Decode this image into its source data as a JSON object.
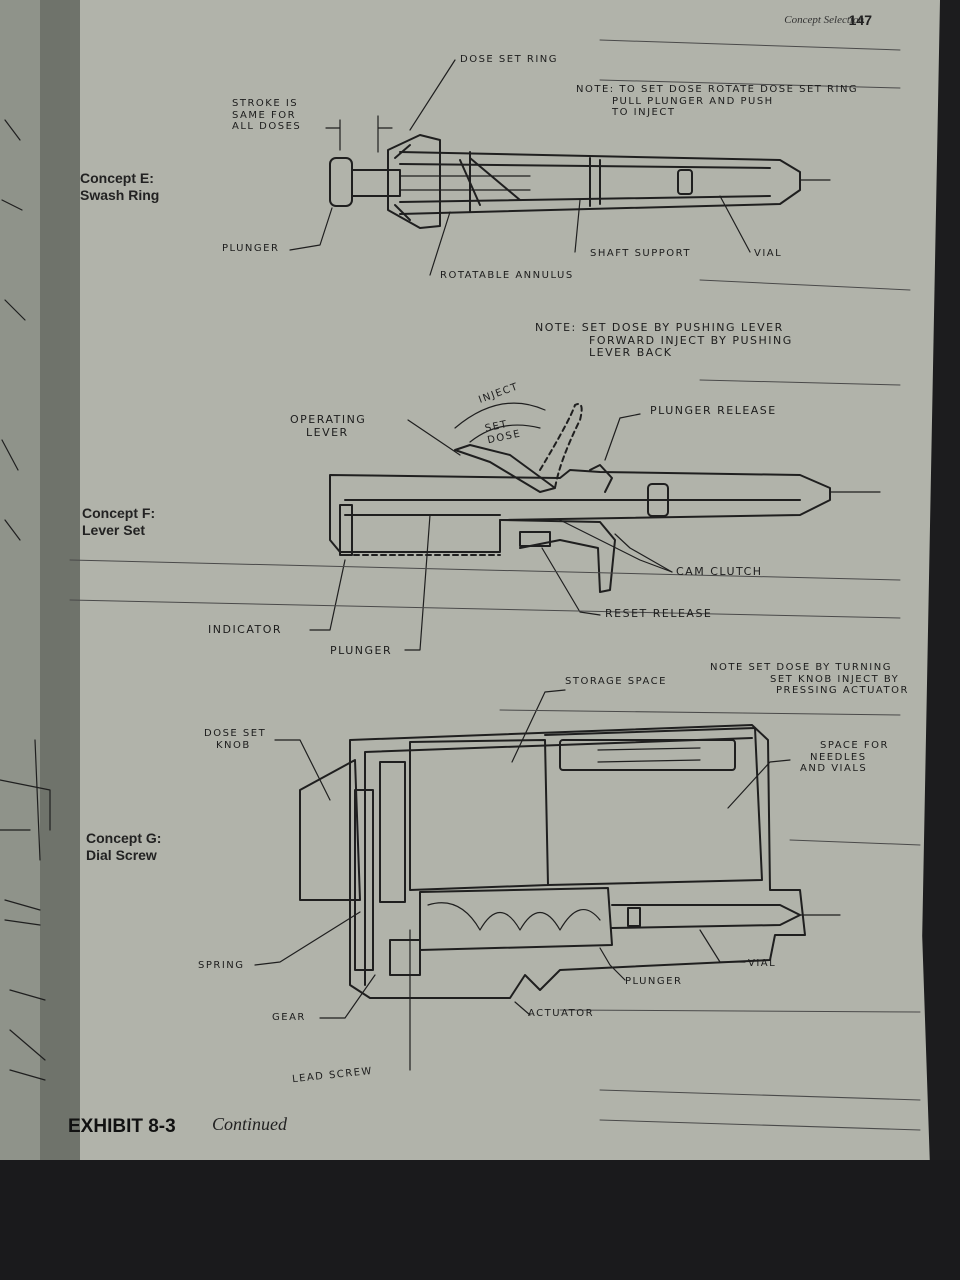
{
  "header": {
    "running_title": "Concept Selection",
    "page_number": "147"
  },
  "concepts": [
    {
      "title_line1": "Concept E:",
      "title_line2": "Swash Ring",
      "labels": {
        "dose_set_ring": "Dose set ring",
        "stroke_note": [
          "Stroke is",
          "same for",
          "all doses"
        ],
        "note": [
          "Note: to set dose rotate dose set ring",
          "pull plunger and push",
          "to inject"
        ],
        "plunger": "Plunger",
        "shaft_support": "Shaft support",
        "vial": "Vial",
        "rotatable_annulus": "Rotatable annulus"
      }
    },
    {
      "title_line1": "Concept F:",
      "title_line2": "Lever Set",
      "labels": {
        "note": [
          "Note: set dose by pushing lever",
          "forward inject by pushing",
          "lever back"
        ],
        "inject": "Inject",
        "set_dose": [
          "Set",
          "dose"
        ],
        "operating_lever": [
          "Operating",
          "lever"
        ],
        "plunger_release": "Plunger release",
        "cam_clutch": "Cam clutch",
        "reset_release": "Reset release",
        "indicator": "Indicator",
        "plunger": "Plunger"
      }
    },
    {
      "title_line1": "Concept G:",
      "title_line2": "Dial Screw",
      "labels": {
        "storage_space": "Storage space",
        "note": [
          "Note set dose by turning",
          "set knob inject by",
          "pressing actuator"
        ],
        "dose_set_knob": [
          "Dose set",
          "knob"
        ],
        "space_for_needles": [
          "Space for",
          "needles",
          "and vials"
        ],
        "spring": "Spring",
        "vial": "Vial",
        "plunger": "Plunger",
        "gear": "Gear",
        "actuator": "Actuator",
        "lead_screw": "Lead screw"
      }
    }
  ],
  "exhibit": {
    "label": "EXHIBIT 8-3",
    "caption": "Continued"
  }
}
